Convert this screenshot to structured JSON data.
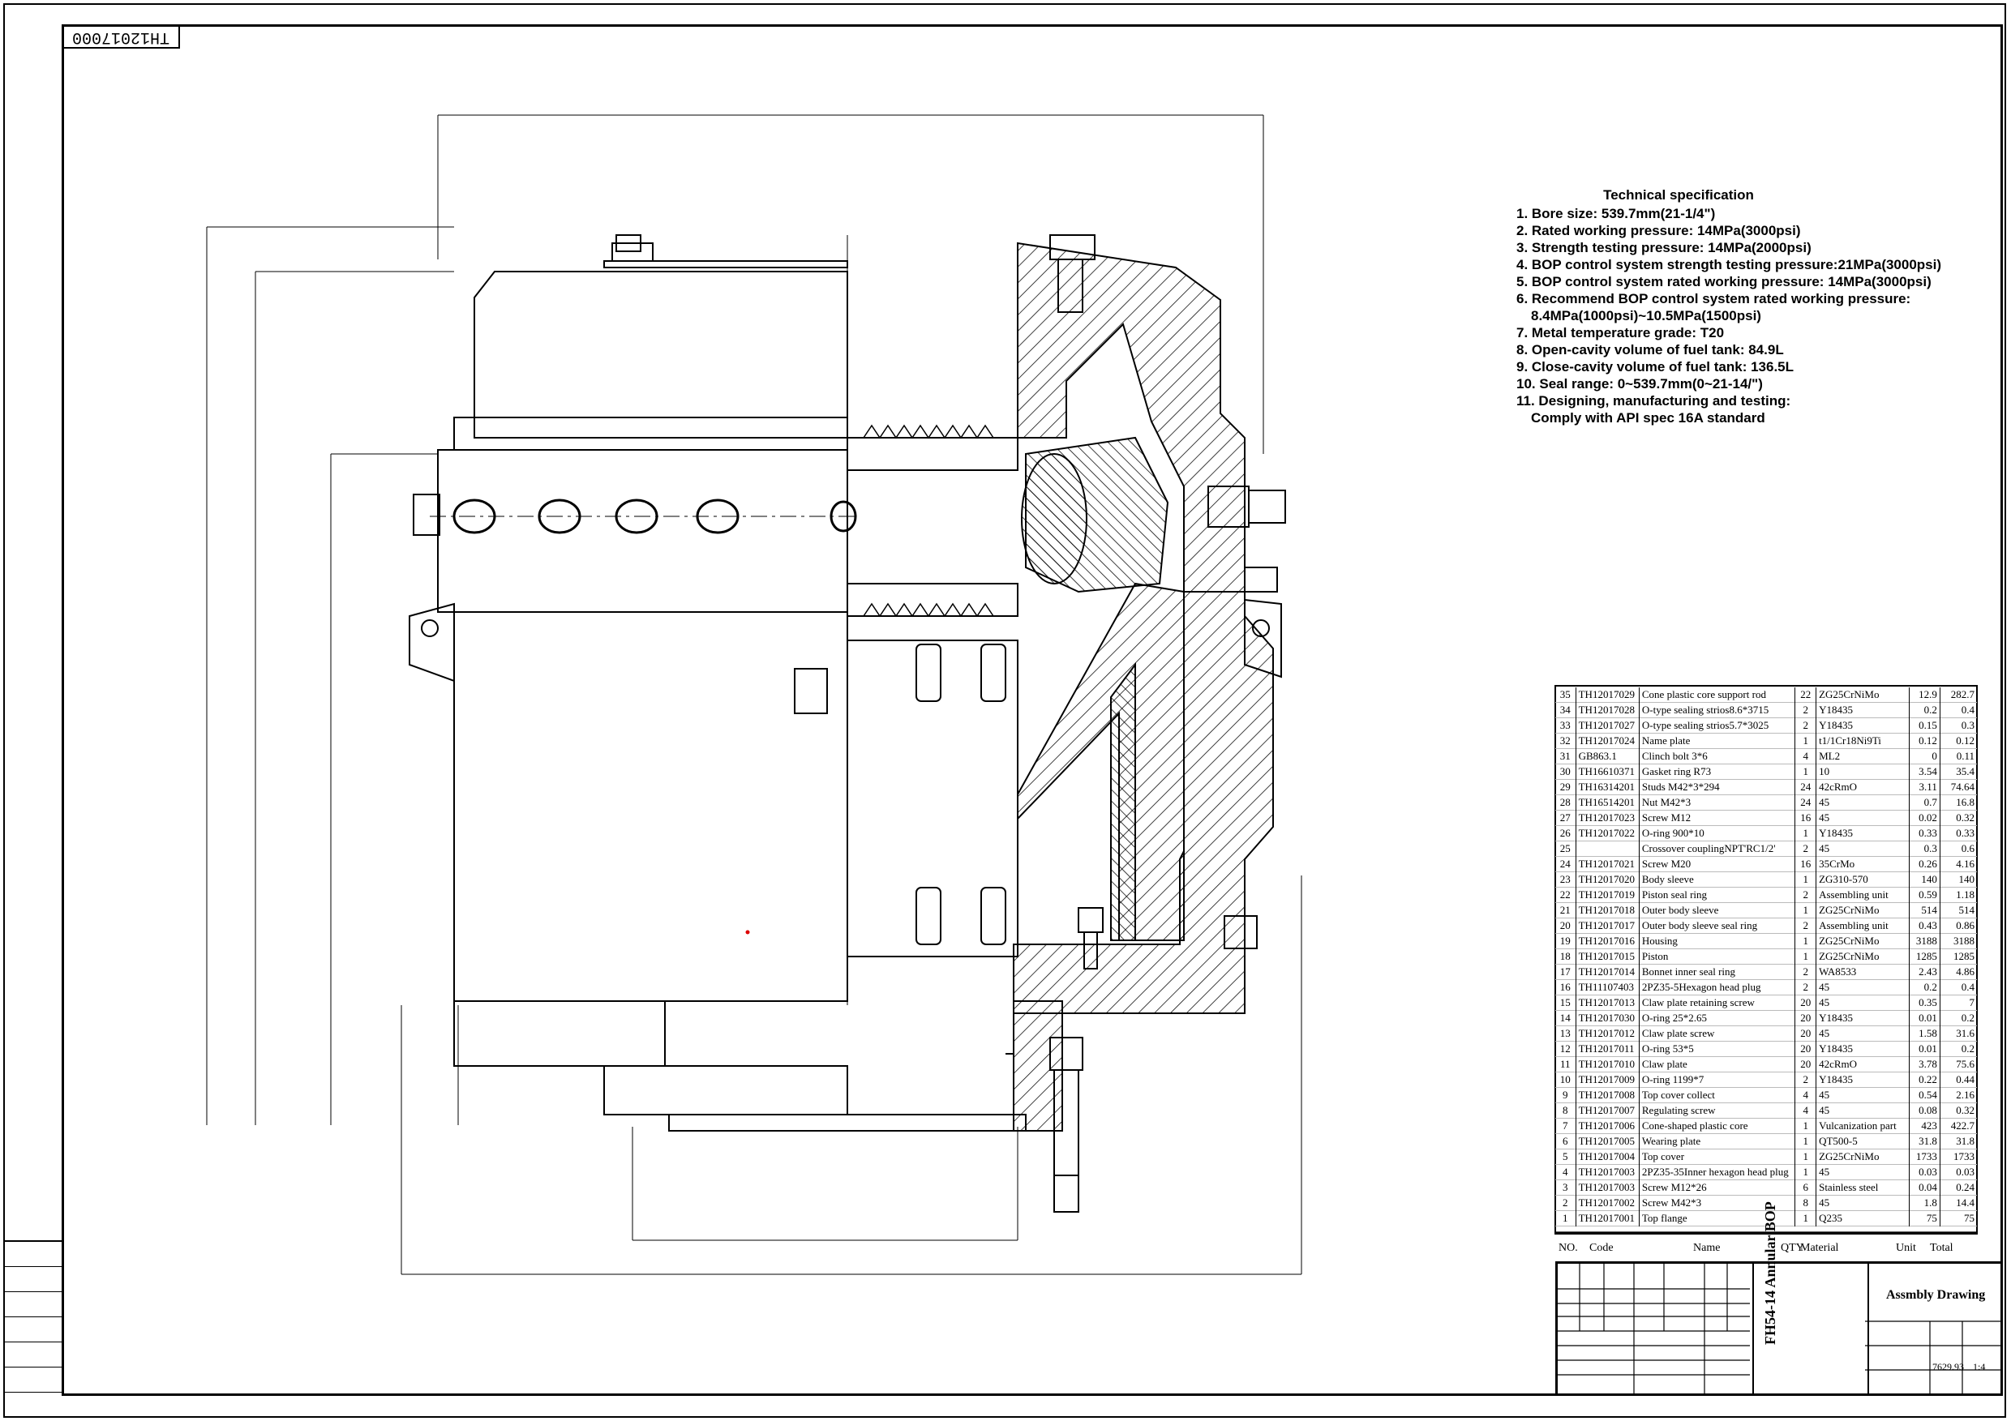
{
  "drawing_number": "TH12017000",
  "spec": {
    "title": "Technical specification",
    "items": [
      "1. Bore size: 539.7mm(21-1/4\")",
      "2. Rated working pressure: 14MPa(3000psi)",
      "3. Strength testing pressure: 14MPa(2000psi)",
      "4. BOP control system strength testing pressure:21MPa(3000psi)",
      "5. BOP control system rated working pressure: 14MPa(3000psi)",
      "6. Recommend BOP control system rated working pressure:",
      "8.4MPa(1000psi)~10.5MPa(1500psi)",
      "7. Metal temperature grade: T20",
      "8. Open-cavity volume of fuel tank: 84.9L",
      "9. Close-cavity volume of fuel tank: 136.5L",
      "10. Seal range: 0~539.7mm(0~21-14/\")",
      "11. Designing, manufacturing and testing:",
      "Comply with API spec 16A standard"
    ]
  },
  "bom_header": {
    "no": "NO.",
    "code": "Code",
    "name": "Name",
    "qty": "QTY",
    "material": "Material",
    "unit": "Unit",
    "total": "Total"
  },
  "bom": [
    [
      "35",
      "TH12017029",
      "Cone plastic core support rod",
      "22",
      "ZG25CrNiMo",
      "12.9",
      "282.7"
    ],
    [
      "34",
      "TH12017028",
      "O-type sealing strios8.6*3715",
      "2",
      "Y18435",
      "0.2",
      "0.4"
    ],
    [
      "33",
      "TH12017027",
      "O-type sealing strios5.7*3025",
      "2",
      "Y18435",
      "0.15",
      "0.3"
    ],
    [
      "32",
      "TH12017024",
      "Name plate",
      "1",
      "t1/1Cr18Ni9Ti",
      "0.12",
      "0.12"
    ],
    [
      "31",
      "GB863.1",
      "Clinch bolt 3*6",
      "4",
      "ML2",
      "0",
      "0.11"
    ],
    [
      "30",
      "TH16610371",
      "Gasket ring R73",
      "1",
      "10",
      "3.54",
      "35.4"
    ],
    [
      "29",
      "TH16314201",
      "Studs M42*3*294",
      "24",
      "42cRmO",
      "3.11",
      "74.64"
    ],
    [
      "28",
      "TH16514201",
      "Nut M42*3",
      "24",
      "45",
      "0.7",
      "16.8"
    ],
    [
      "27",
      "TH12017023",
      "Screw M12",
      "16",
      "45",
      "0.02",
      "0.32"
    ],
    [
      "26",
      "TH12017022",
      "O-ring 900*10",
      "1",
      "Y18435",
      "0.33",
      "0.33"
    ],
    [
      "25",
      "",
      "Crossover couplingNPT'RC1/2'",
      "2",
      "45",
      "0.3",
      "0.6"
    ],
    [
      "24",
      "TH12017021",
      "Screw M20",
      "16",
      "35CrMo",
      "0.26",
      "4.16"
    ],
    [
      "23",
      "TH12017020",
      "Body sleeve",
      "1",
      "ZG310-570",
      "140",
      "140"
    ],
    [
      "22",
      "TH12017019",
      "Piston seal ring",
      "2",
      "Assembling unit",
      "0.59",
      "1.18"
    ],
    [
      "21",
      "TH12017018",
      "Outer body sleeve",
      "1",
      "ZG25CrNiMo",
      "514",
      "514"
    ],
    [
      "20",
      "TH12017017",
      "Outer body sleeve seal ring",
      "2",
      "Assembling unit",
      "0.43",
      "0.86"
    ],
    [
      "19",
      "TH12017016",
      "Housing",
      "1",
      "ZG25CrNiMo",
      "3188",
      "3188"
    ],
    [
      "18",
      "TH12017015",
      "Piston",
      "1",
      "ZG25CrNiMo",
      "1285",
      "1285"
    ],
    [
      "17",
      "TH12017014",
      "Bonnet inner seal ring",
      "2",
      "WA8533",
      "2.43",
      "4.86"
    ],
    [
      "16",
      "TH11107403",
      "2PZ35-5Hexagon head plug",
      "2",
      "45",
      "0.2",
      "0.4"
    ],
    [
      "15",
      "TH12017013",
      "Claw plate retaining screw",
      "20",
      "45",
      "0.35",
      "7"
    ],
    [
      "14",
      "TH12017030",
      "O-ring 25*2.65",
      "20",
      "Y18435",
      "0.01",
      "0.2"
    ],
    [
      "13",
      "TH12017012",
      "Claw plate screw",
      "20",
      "45",
      "1.58",
      "31.6"
    ],
    [
      "12",
      "TH12017011",
      "O-ring 53*5",
      "20",
      "Y18435",
      "0.01",
      "0.2"
    ],
    [
      "11",
      "TH12017010",
      "Claw plate",
      "20",
      "42cRmO",
      "3.78",
      "75.6"
    ],
    [
      "10",
      "TH12017009",
      "O-ring 1199*7",
      "2",
      "Y18435",
      "0.22",
      "0.44"
    ],
    [
      "9",
      "TH12017008",
      "Top cover collect",
      "4",
      "45",
      "0.54",
      "2.16"
    ],
    [
      "8",
      "TH12017007",
      "Regulating screw",
      "4",
      "45",
      "0.08",
      "0.32"
    ],
    [
      "7",
      "TH12017006",
      "Cone-shaped plastic core",
      "1",
      "Vulcanization part",
      "423",
      "422.7"
    ],
    [
      "6",
      "TH12017005",
      "Wearing plate",
      "1",
      "QT500-5",
      "31.8",
      "31.8"
    ],
    [
      "5",
      "TH12017004",
      "Top cover",
      "1",
      "ZG25CrNiMo",
      "1733",
      "1733"
    ],
    [
      "4",
      "TH12017003",
      "2PZ35-35Inner hexagon head plug",
      "1",
      "45",
      "0.03",
      "0.03"
    ],
    [
      "3",
      "TH12017003",
      "Screw M12*26",
      "6",
      "Stainless steel",
      "0.04",
      "0.24"
    ],
    [
      "2",
      "TH12017002",
      "Screw M42*3",
      "8",
      "45",
      "1.8",
      "14.4"
    ],
    [
      "1",
      "TH12017001",
      "Top flange",
      "1",
      "Q235",
      "75",
      "75"
    ]
  ],
  "title_block": {
    "product": "FH54-14 Annular BOP",
    "drawing_name": "Assmbly Drawing",
    "weight": "7629.93",
    "scale": "1:4"
  }
}
